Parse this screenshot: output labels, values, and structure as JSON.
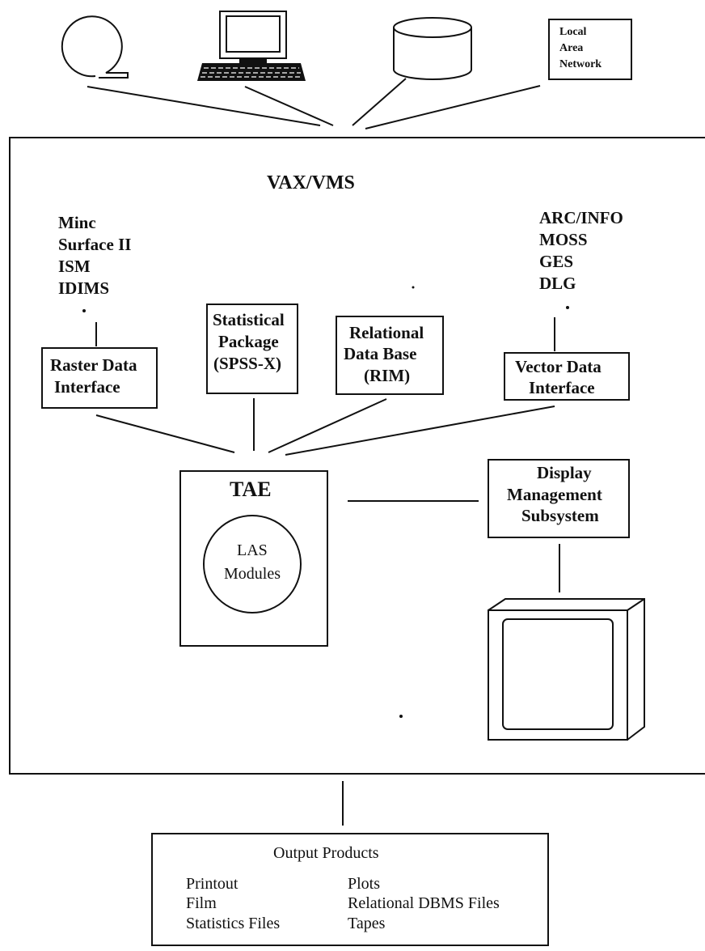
{
  "network": {
    "lines": [
      "Local",
      "Area",
      "Network"
    ]
  },
  "system": {
    "title": "VAX/VMS"
  },
  "raster": {
    "software": [
      "Minc",
      "Surface II",
      "ISM",
      "IDIMS"
    ],
    "interface_lines": [
      "Raster Data",
      "Interface"
    ]
  },
  "vector": {
    "software": [
      "ARC/INFO",
      "MOSS",
      "GES",
      "DLG"
    ],
    "interface_lines": [
      "Vector Data",
      "Interface"
    ]
  },
  "statistical": {
    "lines": [
      "Statistical",
      "Package",
      "(SPSS-X)"
    ]
  },
  "relational": {
    "lines": [
      "Relational",
      "Data Base",
      "(RIM)"
    ]
  },
  "tae": {
    "title": "TAE",
    "modules_lines": [
      "LAS",
      "Modules"
    ]
  },
  "display": {
    "lines": [
      "Display",
      "Management",
      "Subsystem"
    ]
  },
  "output": {
    "title": "Output Products",
    "left": [
      "Printout",
      "Film",
      "Statistics Files"
    ],
    "right": [
      "Plots",
      "Relational DBMS Files",
      "Tapes"
    ]
  }
}
